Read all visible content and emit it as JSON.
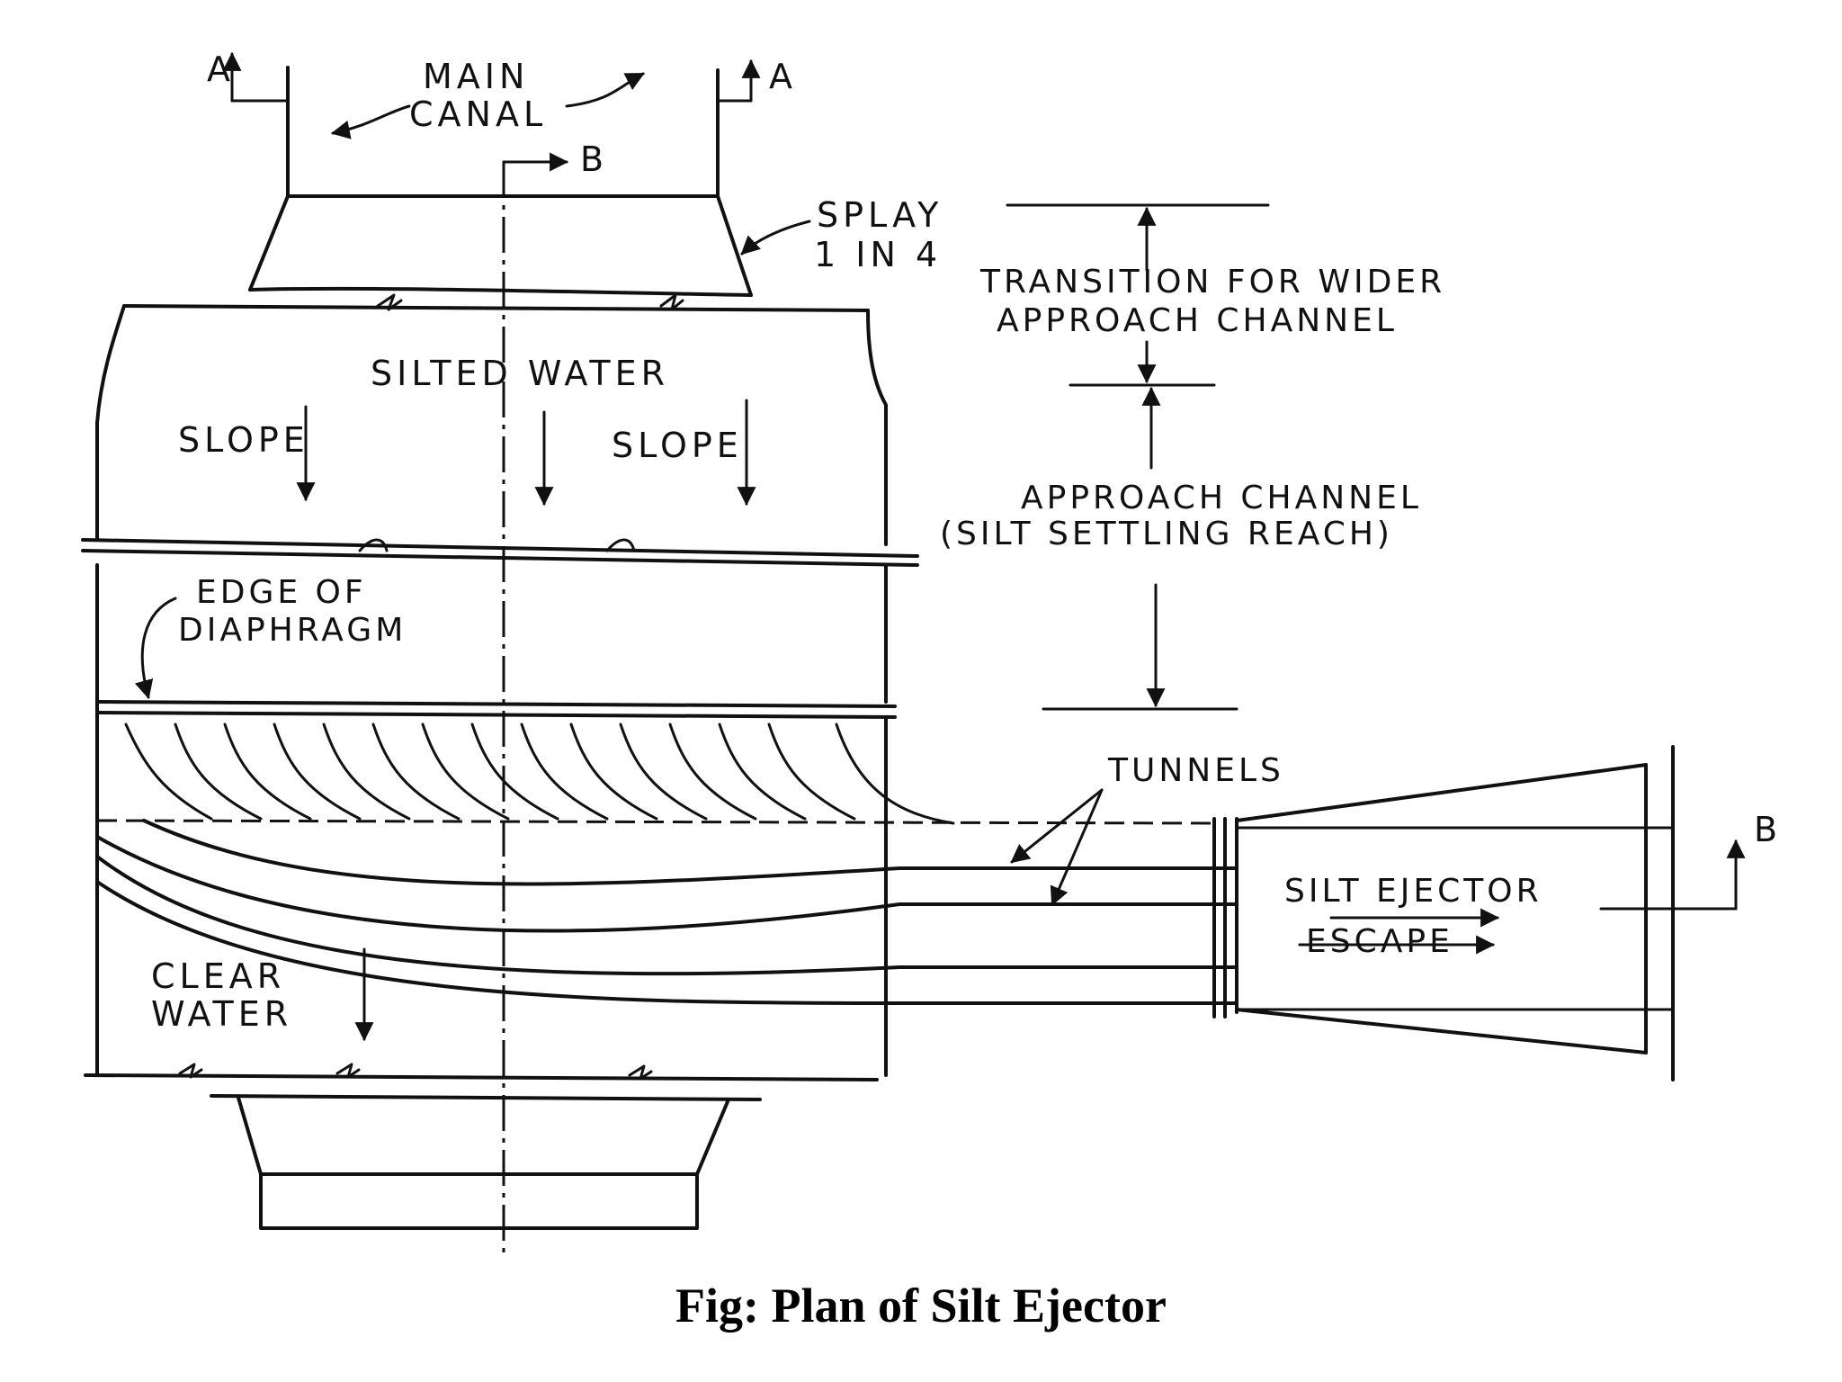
{
  "diagram": {
    "caption": "Fig: Plan of Silt Ejector",
    "labels": {
      "section_a_left": "A",
      "section_a_right": "A",
      "section_b_top": "B",
      "section_b_right": "B",
      "main_canal_line1": "MAIN",
      "main_canal_line2": "CANAL",
      "splay_line1": "SPLAY",
      "splay_line2": "1 IN 4",
      "transition_line1": "TRANSITION FOR WIDER",
      "transition_line2": "APPROACH CHANNEL",
      "silted_water": "SILTED WATER",
      "slope_left": "SLOPE",
      "slope_right": "SLOPE",
      "approach_line1": "APPROACH CHANNEL",
      "approach_line2": "(SILT SETTLING REACH)",
      "edge_line1": "EDGE OF",
      "edge_line2": "DIAPHRAGM",
      "tunnels": "TUNNELS",
      "ejector_line1": "SILT EJECTOR",
      "ejector_line2": "ESCAPE",
      "clear_line1": "CLEAR",
      "clear_line2": "WATER"
    }
  }
}
